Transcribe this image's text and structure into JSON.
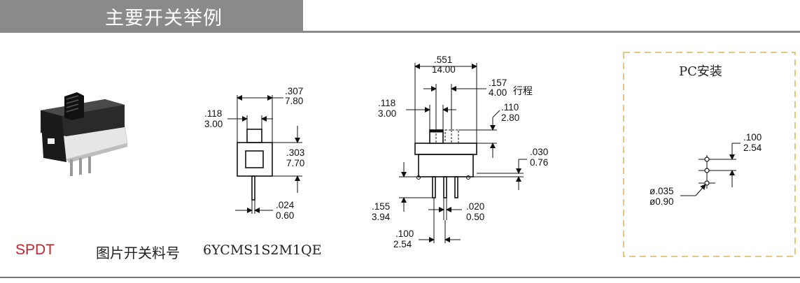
{
  "header": {
    "title": "主要开关举例"
  },
  "product": {
    "type_label": "SPDT",
    "part_label": "图片开关料号",
    "part_number": "6YCMS1S2M1QE"
  },
  "front_view": {
    "width_dim": {
      "inch": ".307",
      "mm": "7.80"
    },
    "actuator_dim": {
      "inch": ".118",
      "mm": "3.00"
    },
    "height_dim": {
      "inch": ".303",
      "mm": "7.70"
    },
    "pin_dim": {
      "inch": ".024",
      "mm": "0.60"
    }
  },
  "side_view": {
    "length_dim": {
      "inch": ".551",
      "mm": "14.00"
    },
    "travel_dim": {
      "inch": ".157",
      "mm": "4.00",
      "label": "行程"
    },
    "actuator_dim": {
      "inch": ".118",
      "mm": "3.00"
    },
    "actuator_height_dim": {
      "inch": ".110",
      "mm": "2.80"
    },
    "base_dim": {
      "inch": ".030",
      "mm": "0.76"
    },
    "pin_length_dim": {
      "inch": ".155",
      "mm": "3.94"
    },
    "pin_width_dim": {
      "inch": ".020",
      "mm": "0.50"
    },
    "pin_pitch_dim": {
      "inch": ".100",
      "mm": "2.54"
    }
  },
  "pc_layout": {
    "title": "PC安装",
    "pitch_dim": {
      "inch": ".100",
      "mm": "2.54"
    },
    "hole_dim": {
      "inch": "ø.035",
      "mm": "ø0.90"
    }
  }
}
